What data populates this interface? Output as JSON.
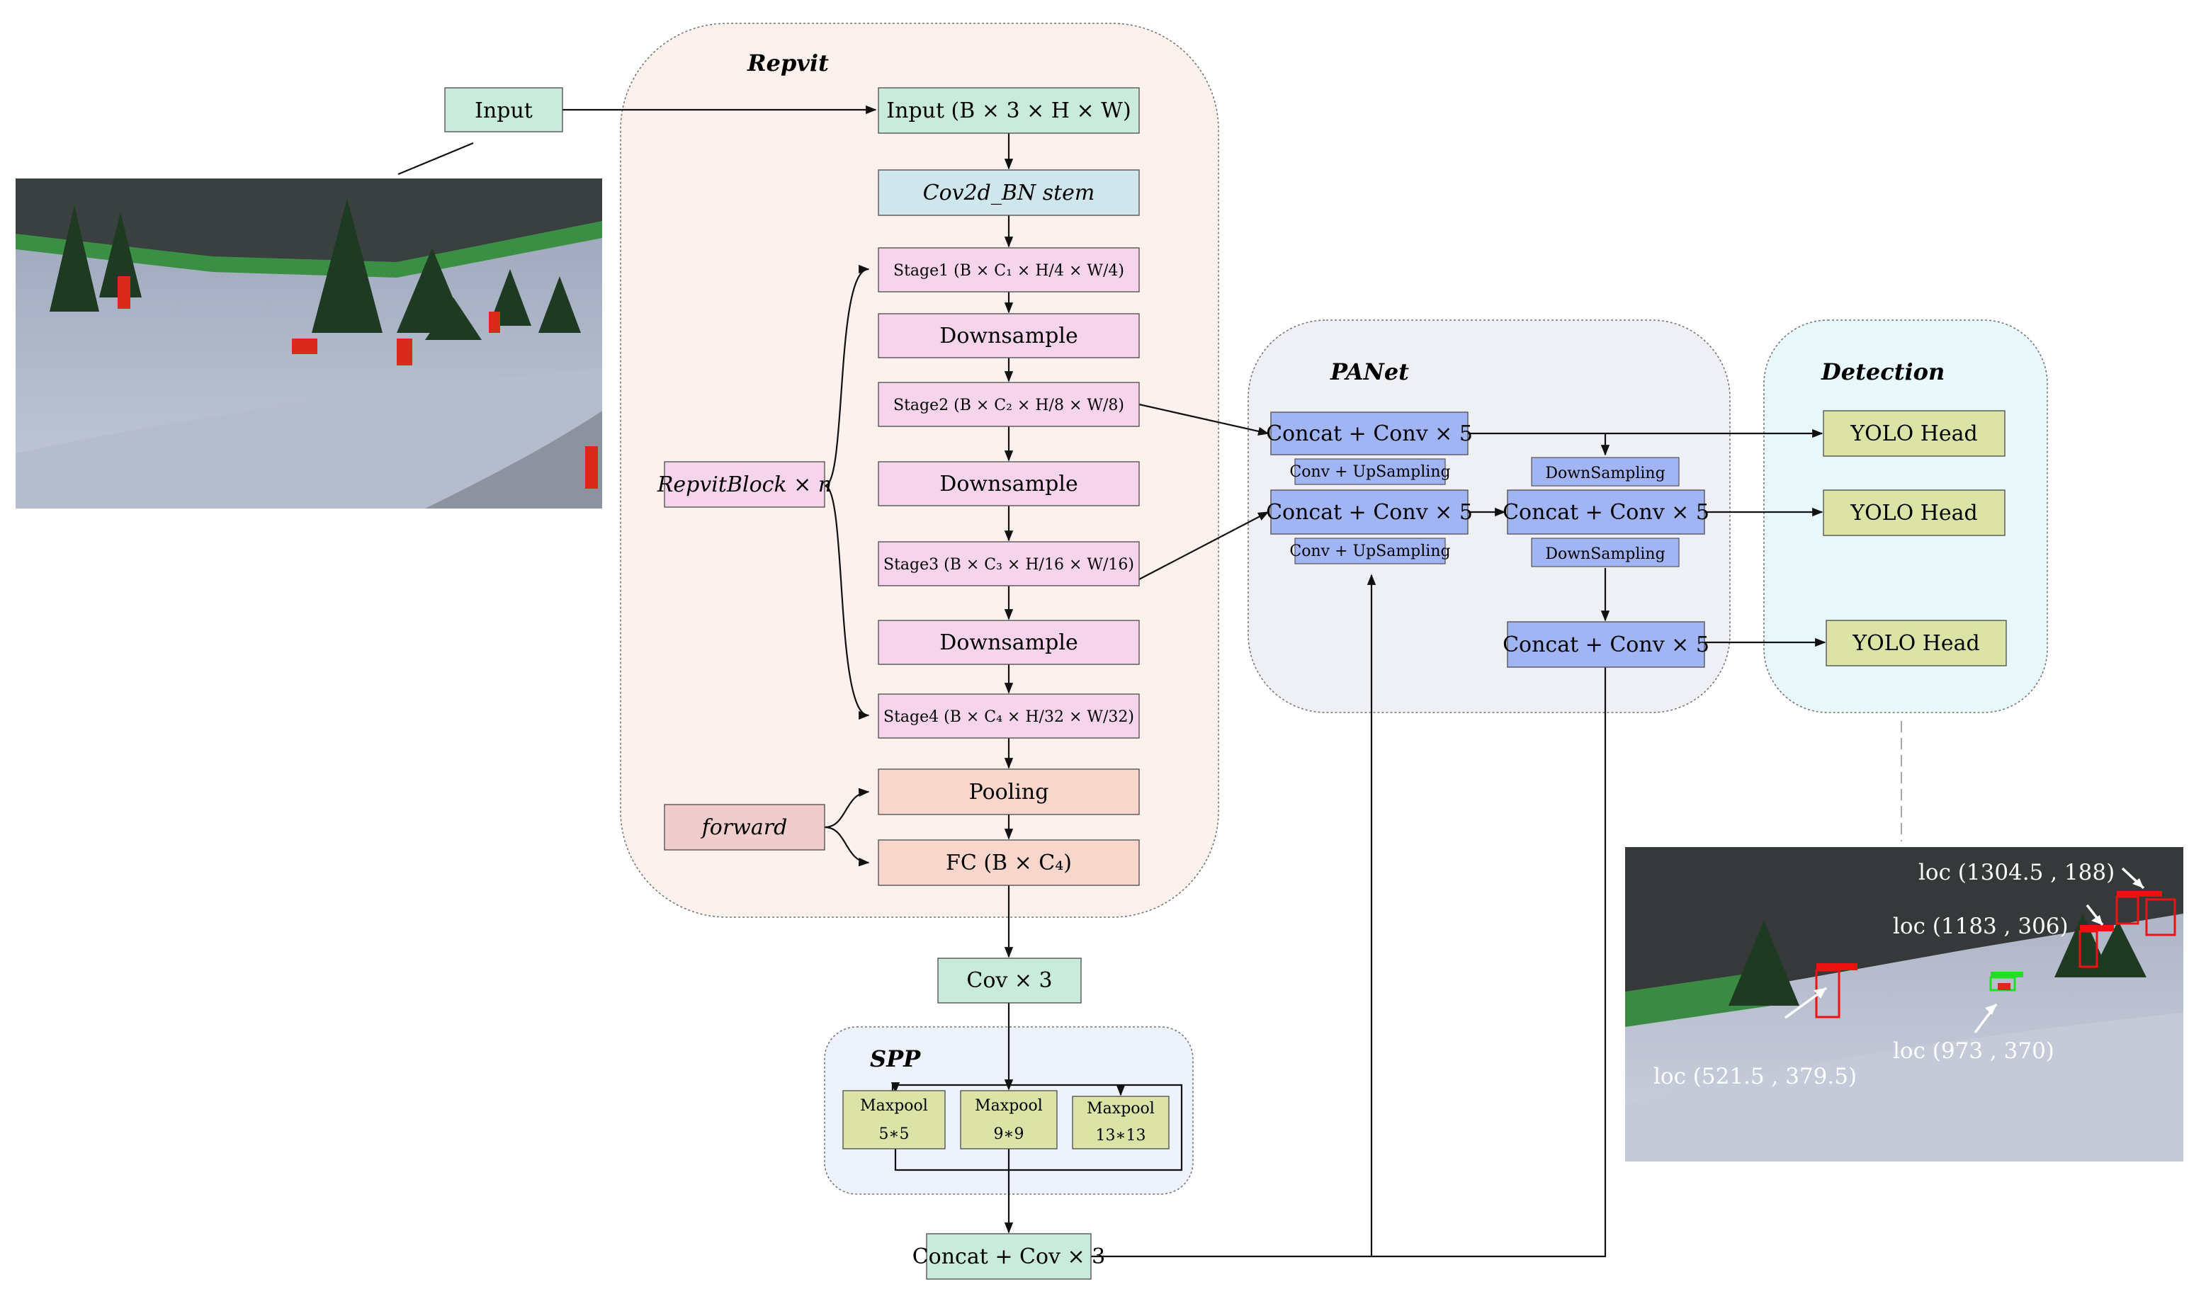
{
  "panels": {
    "repvit": "Repvit",
    "panet": "PANet",
    "detection": "Detection",
    "spp": "SPP"
  },
  "input_label": "Input",
  "backbone": {
    "input": "Input (B × 3 × H × W)",
    "stem": "Cov2d_BN stem",
    "stage1": "Stage1 (B × C₁ × H/4 × W/4)",
    "downsample1": "Downsample",
    "stage2": "Stage2 (B × C₂ × H/8 × W/8)",
    "downsample2": "Downsample",
    "stage3": "Stage3 (B × C₃ × H/16 × W/16)",
    "downsample3": "Downsample",
    "stage4": "Stage4 (B × C₄ × H/32 × W/32)",
    "pooling": "Pooling",
    "fc": "FC (B × C₄)",
    "repvit_block": "RepvitBlock × n",
    "forward": "forward"
  },
  "neck": {
    "cov3": "Cov × 3",
    "concat_cov3": "Concat + Cov × 3",
    "maxpool_label": "Maxpool",
    "maxpool_sizes": [
      "5∗5",
      "9∗9",
      "13∗13"
    ]
  },
  "panet": {
    "concat_conv5": "Concat + Conv × 5",
    "conv_upsampling": "Conv + UpSampling",
    "downsampling": "DownSampling"
  },
  "detection": {
    "yolo_head": "YOLO  Head"
  },
  "locations": [
    "loc (1304.5 , 188)",
    "loc (1183 , 306)",
    "loc (973 , 370)",
    "loc (521.5 , 379.5)"
  ],
  "colors": {
    "mint": "#c8ebdc",
    "lightblue": "#cfe6ec",
    "pink": "#f5d4ec",
    "peach": "#f8d6cb",
    "rose": "#efcdcd",
    "periwinkle": "#a1b4f4",
    "olive": "#dbe3a7",
    "repvit_bg": "#fdf1ee",
    "panet_bg": "#eff0f5",
    "detection_bg": "#e8f8fb",
    "spp_bg": "#eef2fd",
    "detect_red": "#ee1111",
    "detect_green": "#22dd22"
  }
}
